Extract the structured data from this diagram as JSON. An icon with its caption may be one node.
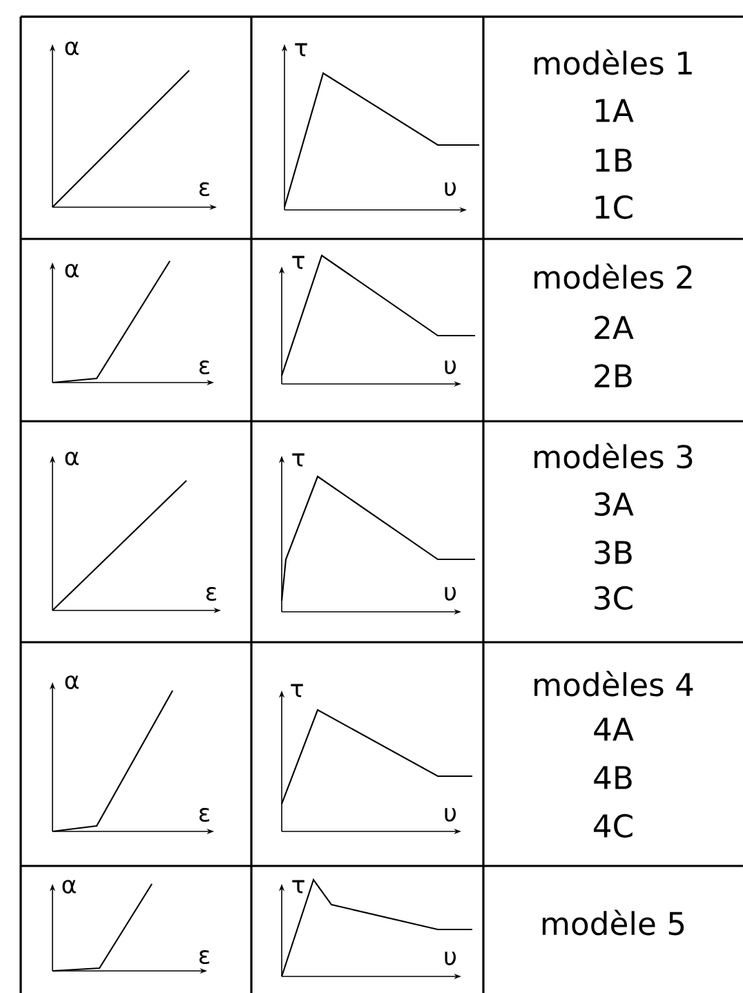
{
  "diagram": {
    "labels": [
      "α",
      "ε",
      "τ",
      "υ",
      "modèles 1",
      "1A",
      "1B",
      "1C",
      "α",
      "ε",
      "τ",
      "υ",
      "modèles 2",
      "2A",
      "2B",
      "α",
      "ε",
      "τ",
      "υ",
      "modèles 3",
      "3A",
      "3B",
      "3C",
      "α",
      "ε",
      "τ",
      "υ",
      "modèles 4",
      "4A",
      "4B",
      "4C",
      "α",
      "ε",
      "τ",
      "υ",
      "modèle 5"
    ]
  }
}
